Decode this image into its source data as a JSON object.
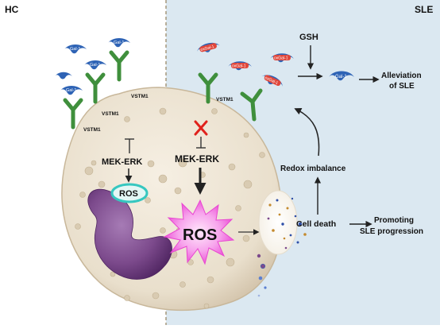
{
  "panels": {
    "left_label": "HC",
    "right_label": "SLE"
  },
  "molecules": {
    "gal1": "Gal-1",
    "oxgal1": "oxGal-1",
    "vstm1": "VSTM1"
  },
  "pathway": {
    "mek_erk": "MEK-ERK",
    "ros": "ROS"
  },
  "right_flow": {
    "gsh": "GSH",
    "alleviation_line1": "Alleviation",
    "alleviation_line2": "of SLE",
    "redox": "Redox imbalance",
    "cell_death": "Cell death",
    "promoting_line1": "Promoting",
    "promoting_line2": "SLE progression"
  },
  "colors": {
    "sle_background": "#dbe8f1",
    "cell_fill": "#ede4d3",
    "receptor_green": "#3f8f3c",
    "gal1_blue": "#2e63b5",
    "oxgal_red": "#e0463a",
    "ros_spike": "#f25fd8",
    "small_ros_fill": "#e4f7f5",
    "nucleus": "#7c4a8c",
    "inhibit_x": "#e0221c"
  }
}
